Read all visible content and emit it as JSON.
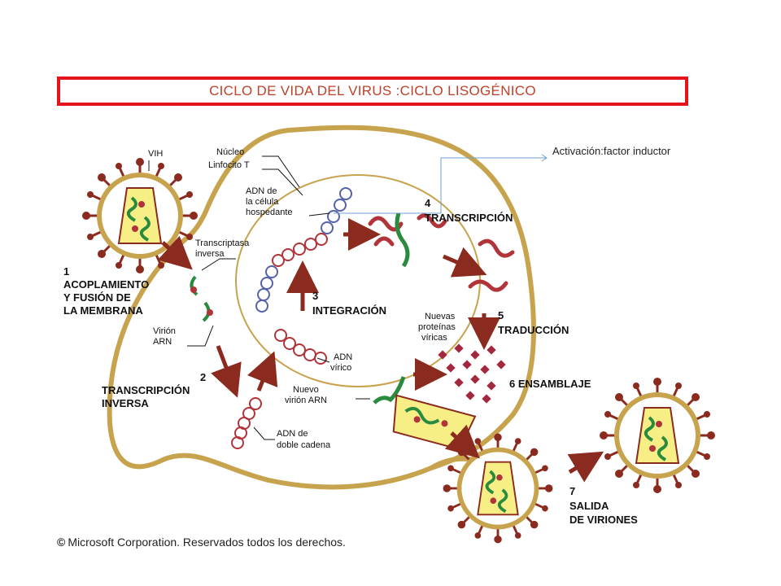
{
  "title": "CICLO DE VIDA DEL VIRUS :CICLO LISOGÉNICO",
  "callout": "Activación:factor inductor",
  "colors": {
    "title_border": "#e3141c",
    "title_text": "#c0402a",
    "cell_membrane": "#c8a34e",
    "arrow": "#8b2a1e",
    "rna": "#2a8a3e",
    "dna_red": "#b0343a",
    "dna_blue": "#5563a8",
    "capsid": "#f7ef86",
    "protein": "#a3283d"
  },
  "labels": {
    "vih": "VIH",
    "nucleo": "Núcleo",
    "linfocito": "Linfocito T",
    "adn_celula_1": "ADN de",
    "adn_celula_2": "la célula",
    "adn_celula_3": "hospedante",
    "transcriptasa_1": "Transcriptasa",
    "transcriptasa_2": "inversa",
    "virion_1": "Virión",
    "virion_2": "ARN",
    "adn_virico_1": "ADN",
    "adn_virico_2": "vírico",
    "nuevo_virion_1": "Nuevo",
    "nuevo_virion_2": "virión ARN",
    "adn_doble_1": "ADN de",
    "adn_doble_2": "doble cadena",
    "nuevas_1": "Nuevas",
    "nuevas_2": "proteínas",
    "nuevas_3": "víricas"
  },
  "steps": {
    "s1_num": "1",
    "s1_a": "ACOPLAMIENTO",
    "s1_b": "Y FUSIÓN DE",
    "s1_c": "LA MEMBRANA",
    "s2_num": "2",
    "s2_a": "TRANSCRIPCIÓN",
    "s2_b": "INVERSA",
    "s3_num": "3",
    "s3_a": "INTEGRACIÓN",
    "s4_num": "4",
    "s4_a": "TRANSCRIPCIÓN",
    "s5_num": "5",
    "s5_a": "TRADUCCIÓN",
    "s6": "6  ENSAMBLAJE",
    "s7_num": "7",
    "s7_a": "SALIDA",
    "s7_b": "DE VIRIONES"
  },
  "copyright": {
    "symbol": "©",
    "text": "Microsoft Corporation. Reservados todos los derechos."
  }
}
